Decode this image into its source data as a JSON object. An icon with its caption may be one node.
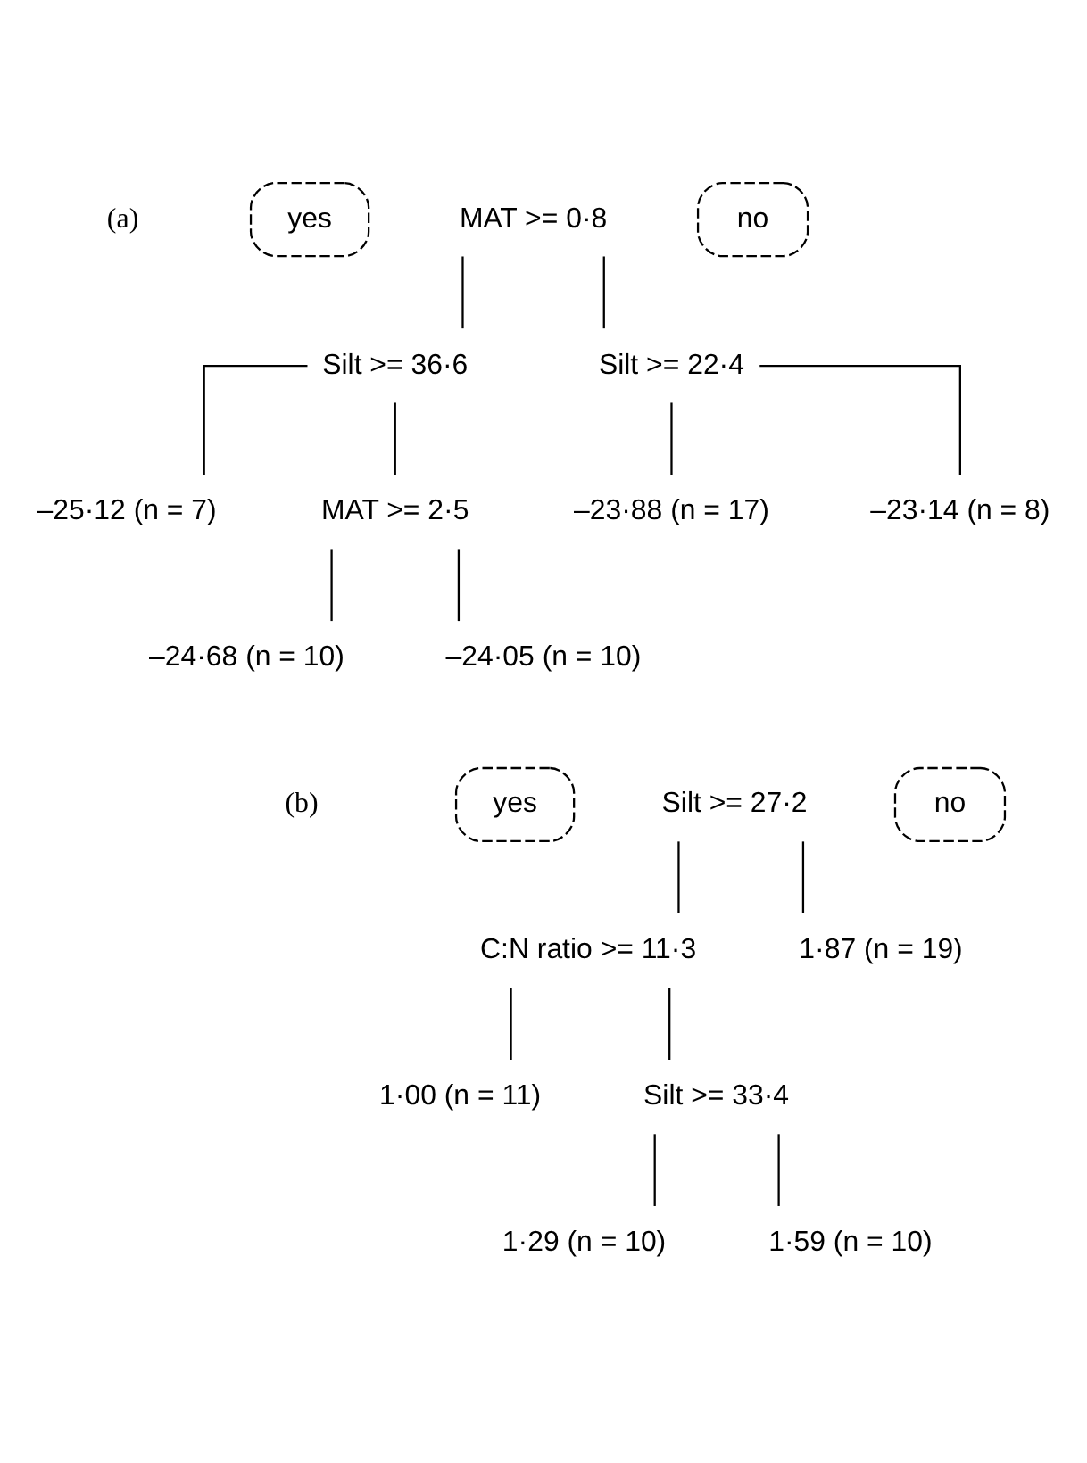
{
  "diagram": {
    "nodes": [
      {
        "text": [
          "yes"
        ]
      },
      {
        "text": [
          "MAT >= 0·8"
        ]
      },
      {
        "text": [
          "no"
        ]
      },
      {
        "text": [
          "Silt >= 36·6"
        ]
      },
      {
        "text": [
          "Silt >= 22·4"
        ]
      },
      {
        "text": [
          "–25·12 (n = 7)"
        ]
      },
      {
        "text": [
          "MAT >= 2·5"
        ]
      },
      {
        "text": [
          "–23·88 (n = 17)"
        ]
      },
      {
        "text": [
          "–23·14 (n = 8)"
        ]
      },
      {
        "text": [
          "–24·68 (n = 10)"
        ]
      },
      {
        "text": [
          "–24·05 (n = 10)"
        ]
      },
      {
        "text": [
          "yes"
        ]
      },
      {
        "text": [
          "Silt >= 27·2"
        ]
      },
      {
        "text": [
          "no"
        ]
      },
      {
        "text": [
          "C:N ratio >= 11·3"
        ]
      },
      {
        "text": [
          "1·87 (n = 19)"
        ]
      },
      {
        "text": [
          "1·00 (n = 11)"
        ]
      },
      {
        "text": [
          "Silt >= 33·4"
        ]
      },
      {
        "text": [
          "1·29 (n = 10)"
        ]
      },
      {
        "text": [
          "1·59 (n = 10)"
        ]
      }
    ],
    "edges": [
      {
        "from": 1,
        "to": 3,
        "arrow": "none"
      },
      {
        "from": 1,
        "to": 4,
        "arrow": "none"
      },
      {
        "from": 3,
        "to": 5,
        "arrow": "none"
      },
      {
        "from": 3,
        "to": 6,
        "arrow": "none"
      },
      {
        "from": 4,
        "to": 7,
        "arrow": "none"
      },
      {
        "from": 4,
        "to": 8,
        "arrow": "none"
      },
      {
        "from": 6,
        "to": 9,
        "arrow": "none"
      },
      {
        "from": 6,
        "to": 10,
        "arrow": "none"
      },
      {
        "from": 12,
        "to": 14,
        "arrow": "none"
      },
      {
        "from": 12,
        "to": 15,
        "arrow": "none"
      },
      {
        "from": 14,
        "to": 16,
        "arrow": "none"
      },
      {
        "from": 14,
        "to": 17,
        "arrow": "none"
      },
      {
        "from": 17,
        "to": 18,
        "arrow": "none"
      },
      {
        "from": 17,
        "to": 19,
        "arrow": "none"
      }
    ],
    "labels": [
      "(a)",
      "(b)"
    ]
  }
}
